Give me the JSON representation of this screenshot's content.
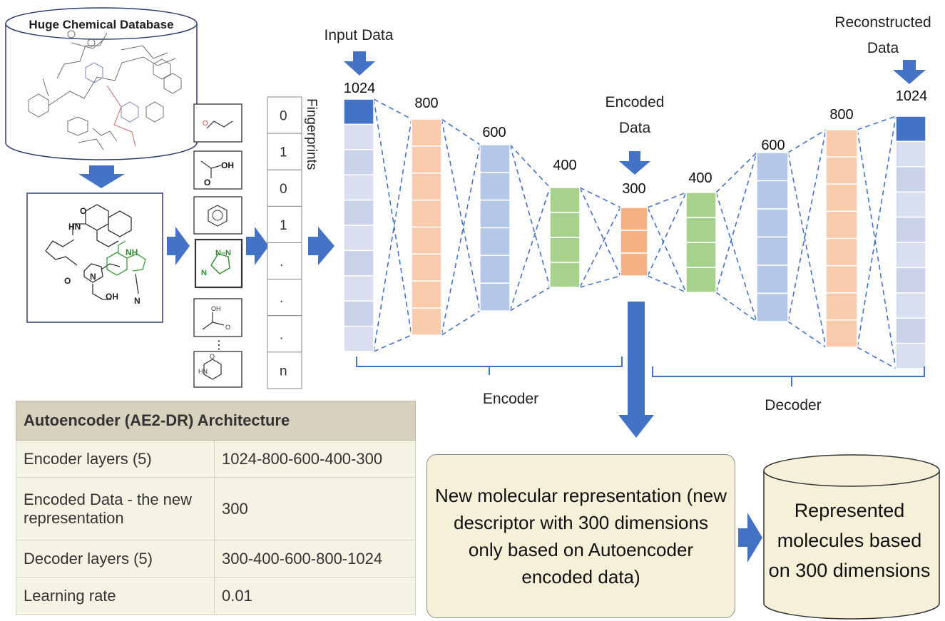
{
  "database": {
    "title": "Huge Chemical Database"
  },
  "fingerprint": {
    "label": "Fingerprints",
    "bits": [
      "0",
      "1",
      "0",
      "1",
      ".",
      ".",
      ".",
      "n"
    ]
  },
  "fragments": {
    "acid_label": "OH",
    "ellipsis": "⋮"
  },
  "network": {
    "input_label": "Input Data",
    "encoded_label": [
      "Encoded",
      "Data"
    ],
    "reconstructed_label": [
      "Reconstructed",
      "Data"
    ],
    "encoder_label": "Encoder",
    "decoder_label": "Decoder",
    "layers": [
      "1024",
      "800",
      "600",
      "400",
      "300",
      "400",
      "600",
      "800",
      "1024"
    ]
  },
  "table": {
    "header": "Autoencoder (AE2-DR) Architecture",
    "rows": [
      {
        "key": "Encoder layers (5)",
        "value": "1024-800-600-400-300"
      },
      {
        "key": "Encoded Data - the new representation",
        "value": "300"
      },
      {
        "key": "Decoder layers (5)",
        "value": "300-400-600-800-1024"
      },
      {
        "key": "Learning rate",
        "value": "0.01"
      }
    ]
  },
  "new_representation": "New molecular representation (new descriptor with 300 dimensions only based on Autoencoder encoded data)",
  "represented_db": "Represented molecules based on 300 dimensions",
  "colors": {
    "arrow": "#4472c4",
    "input_layer": "#d9dfee",
    "input_highlight": "#4472c4",
    "layer_800": "#f8cbad",
    "layer_600": "#b4c7e7",
    "layer_400": "#a9d18e",
    "layer_300": "#f4b183",
    "dash": "#4472c4"
  }
}
